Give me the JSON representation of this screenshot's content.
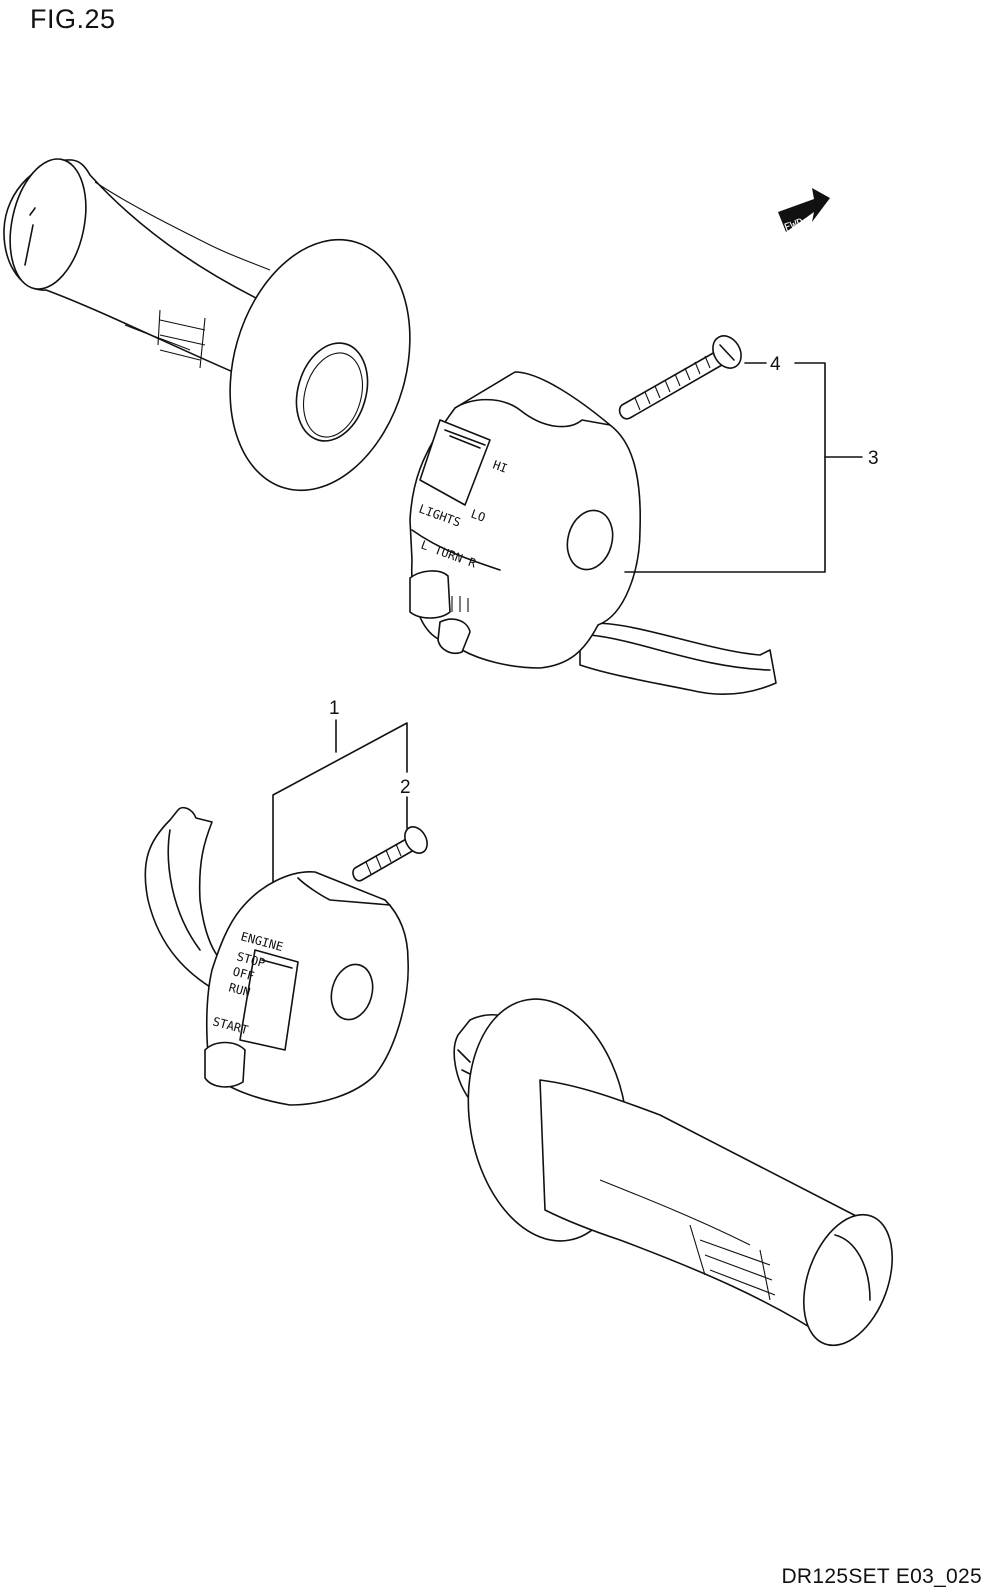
{
  "figure": {
    "title": "FIG.25",
    "code": "DR125SET E03_025"
  },
  "fwd_badge": {
    "label": "FWD"
  },
  "callouts": [
    {
      "number": "1"
    },
    {
      "number": "2"
    },
    {
      "number": "3"
    },
    {
      "number": "4"
    }
  ],
  "switch_labels": {
    "hi": "HI",
    "lo": "LO",
    "lights": "LIGHTS",
    "turn": "L TURN R",
    "engine": "ENGINE",
    "stop": "STOP",
    "off": "OFF",
    "run": "RUN",
    "start": "START"
  }
}
